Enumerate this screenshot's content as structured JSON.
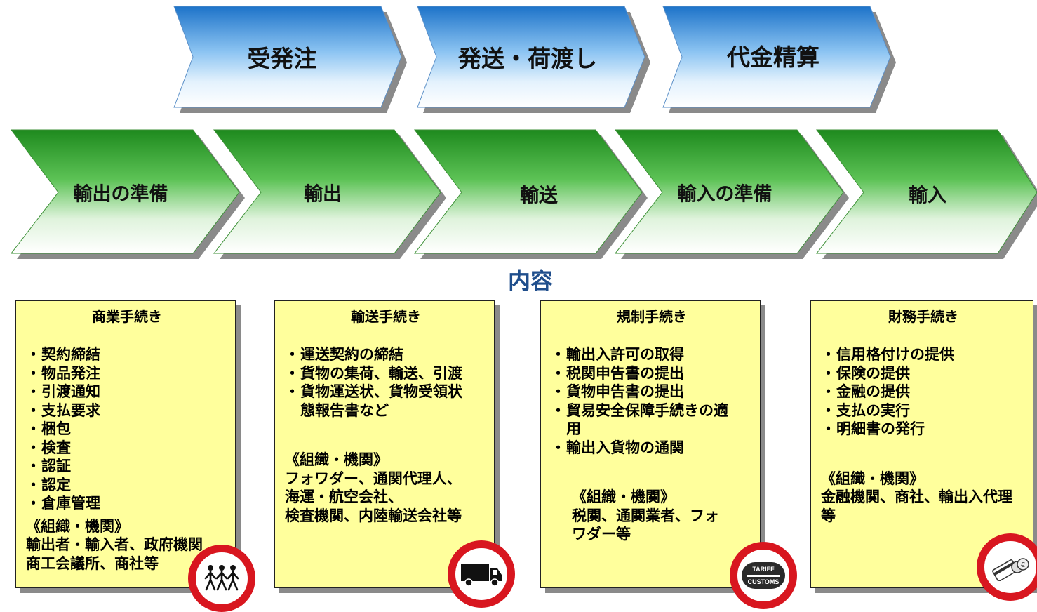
{
  "stages_top": [
    "受発注",
    "発送・荷渡し",
    "代金精算"
  ],
  "stages_bottom": [
    "輸出の準備",
    "輸出",
    "輸送",
    "輸入の準備",
    "輸入"
  ],
  "heading": "内容",
  "boxes": [
    {
      "title": "商業手続き",
      "items": [
        "契約締結",
        "物品発注",
        "引渡通知",
        "支払要求",
        "梱包",
        "検査",
        "認証",
        "認定",
        "倉庫管理"
      ],
      "org_label": "《組織・機関》",
      "org_text": "輸出者・輸入者、政府機関\n商工会議所、商社等"
    },
    {
      "title": "輸送手続き",
      "items": [
        "運送契約の締結",
        "貨物の集荷、輸送、引渡",
        "貨物運送状、貨物受領状態報告書など"
      ],
      "org_label": "《組織・機関》",
      "org_text": "フォワダー、通関代理人、\n海運・航空会社、\n検査機関、内陸輸送会社等"
    },
    {
      "title": "規制手続き",
      "items": [
        "輸出入許可の取得",
        "税関申告書の提出",
        "貨物申告書の提出",
        "貿易安全保障手続きの適用",
        "輸出入貨物の通関"
      ],
      "org_label": "《組織・機関》",
      "org_text": "税関、通関業者、フォワダー等"
    },
    {
      "title": "財務手続き",
      "items": [
        "信用格付けの提供",
        "保険の提供",
        "金融の提供",
        "支払の実行",
        "明細書の発行"
      ],
      "org_label": "《組織・機関》",
      "org_text": "金融機関、商社、輸出入代理等"
    }
  ],
  "badges": [
    {
      "icon": "pedestrians-icon"
    },
    {
      "icon": "truck-icon"
    },
    {
      "icon": "customs-tariff-icon",
      "line1": "TARIFF",
      "line2": "CUSTOMS"
    },
    {
      "icon": "payment-card-coins-icon"
    }
  ],
  "colors": {
    "blue_chevron": "#7fb8ec",
    "green_chevron": "#3aa833",
    "box_fill": "#ffff9c",
    "badge_ring": "#d8161f",
    "heading": "#1f4e8c"
  }
}
